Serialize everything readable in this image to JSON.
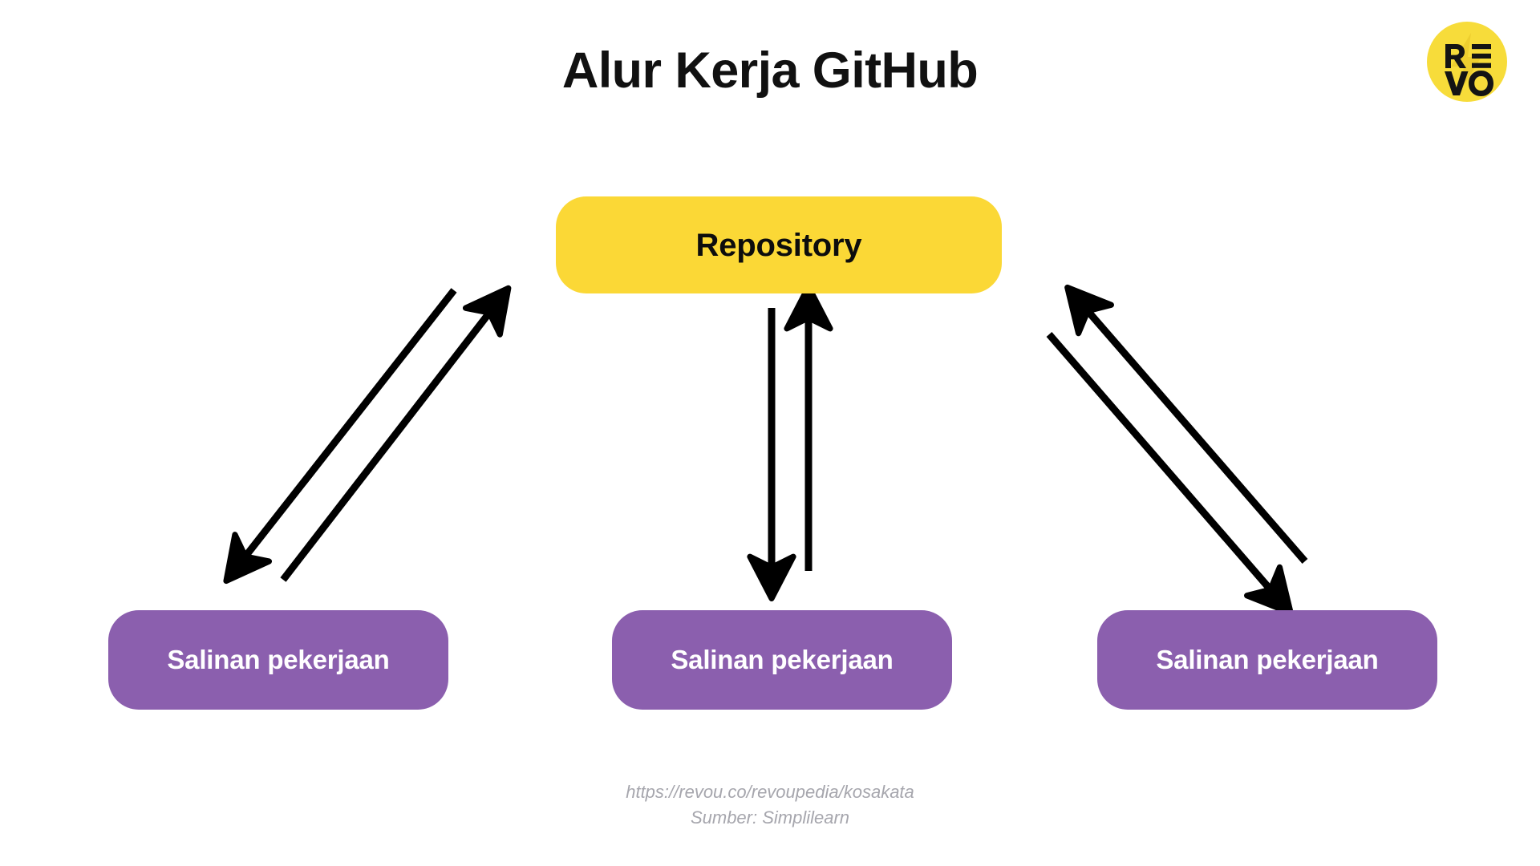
{
  "slide": {
    "title": "Alur Kerja GitHub",
    "background_color": "#FFFFFF"
  },
  "brand": {
    "name": "RevoU",
    "logo_letters": [
      "R",
      "E",
      "V",
      "O"
    ],
    "circle_color": "#F7DC3A",
    "mark_color": "#1A1A1A"
  },
  "diagram": {
    "type": "flow",
    "repository_node": {
      "label": "Repository",
      "fill": "#FBD836",
      "text_color": "#0D0D0D"
    },
    "copy_nodes": [
      {
        "label": "Salinan pekerjaan",
        "fill": "#8B5FAE",
        "text_color": "#FFFFFF"
      },
      {
        "label": "Salinan pekerjaan",
        "fill": "#8B5FAE",
        "text_color": "#FFFFFF"
      },
      {
        "label": "Salinan pekerjaan",
        "fill": "#8B5FAE",
        "text_color": "#FFFFFF"
      }
    ],
    "arrow_color": "#000000",
    "connections": [
      {
        "from": "Repository",
        "to": "Salinan pekerjaan (kiri)",
        "direction": "down-left"
      },
      {
        "from": "Salinan pekerjaan (kiri)",
        "to": "Repository",
        "direction": "up-right"
      },
      {
        "from": "Repository",
        "to": "Salinan pekerjaan (tengah)",
        "direction": "down"
      },
      {
        "from": "Salinan pekerjaan (tengah)",
        "to": "Repository",
        "direction": "up"
      },
      {
        "from": "Salinan pekerjaan (kanan)",
        "to": "Repository",
        "direction": "up-left"
      },
      {
        "from": "Repository",
        "to": "Salinan pekerjaan (kanan)",
        "direction": "down-right"
      }
    ]
  },
  "footer": {
    "url": "https://revou.co/revoupedia/kosakata",
    "source": "Sumber: Simplilearn"
  }
}
